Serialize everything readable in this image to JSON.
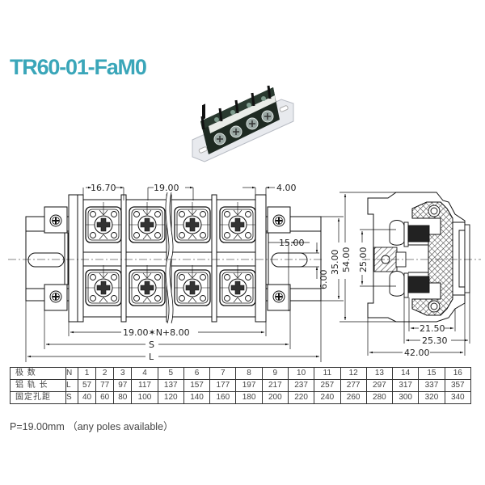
{
  "header": {
    "model_title": "TR60-01-FaM0",
    "title_color": "#3aa6b9"
  },
  "product_photo": {
    "description": "black barrier terminal block, 4 poles, on aluminium DIN rail"
  },
  "front_view": {
    "dimensions": {
      "pitch_first": "16.70",
      "pitch": "19.00",
      "end_plate": "4.00",
      "slot_width": "15.00",
      "slot_height": "6.00",
      "mount_height": "35.00",
      "body_formula": "19.00✶N+8.00",
      "hole_spacing": "S",
      "rail_length": "L"
    }
  },
  "side_view": {
    "dimensions": {
      "height": "54.00",
      "screw_spacing": "25.00",
      "depth_inner": "21.50",
      "depth_mid": "25.30",
      "depth_total": "42.00"
    }
  },
  "spec_table": {
    "rows": [
      {
        "label": "极 数",
        "symbol": "N",
        "values": [
          "1",
          "2",
          "3",
          "4",
          "5",
          "6",
          "7",
          "8",
          "9",
          "10",
          "11",
          "12",
          "13",
          "14",
          "15",
          "16"
        ]
      },
      {
        "label": "铝 轨 长",
        "symbol": "L",
        "values": [
          "57",
          "77",
          "97",
          "117",
          "137",
          "157",
          "177",
          "197",
          "217",
          "237",
          "257",
          "277",
          "297",
          "317",
          "337",
          "357"
        ]
      },
      {
        "label": "固定孔距",
        "symbol": "S",
        "values": [
          "40",
          "60",
          "80",
          "100",
          "120",
          "140",
          "160",
          "180",
          "200",
          "220",
          "240",
          "260",
          "280",
          "300",
          "320",
          "340"
        ]
      }
    ]
  },
  "footer": {
    "note": "P=19.00mm （any poles available）"
  }
}
